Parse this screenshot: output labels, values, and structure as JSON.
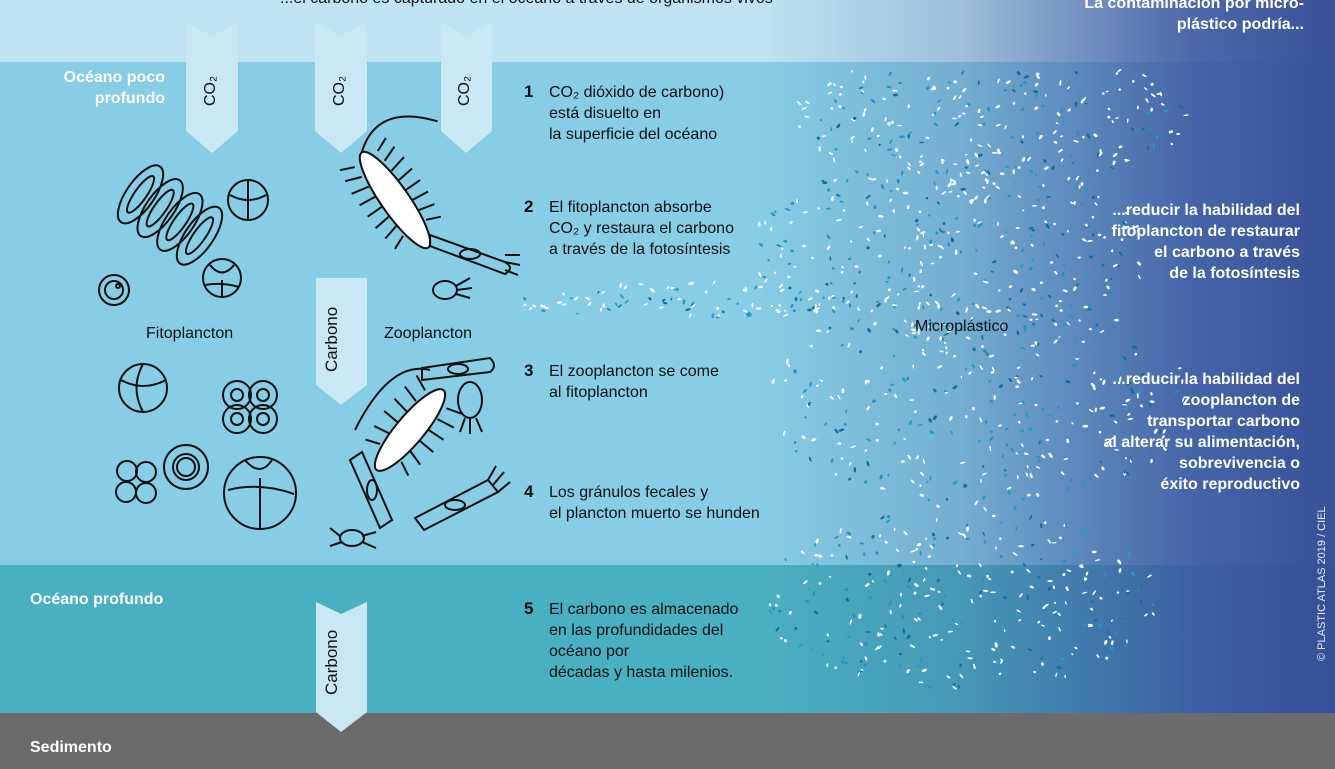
{
  "top_caption": "...el carbono es capturado en el océano a través de organismos vivos",
  "right_header": "La contaminación por micro-\nplástico podría...",
  "zones": {
    "shallow": "Océano poco\nprofundo",
    "deep": "Océano profundo",
    "sediment": "Sedimento"
  },
  "co2_label": "CO₂",
  "carbon_label": "Carbono",
  "organisms": {
    "phyto": "Fitoplancton",
    "zoo": "Zooplancton"
  },
  "microplastic_label": "Microplástico",
  "steps": [
    {
      "num": "1",
      "text": "CO₂ dióxido de carbono)\nestá disuelto en\nla superficie del océano"
    },
    {
      "num": "2",
      "text": "El fitoplancton absorbe\nCO₂ y restaura el carbono\na través de la fotosíntesis"
    },
    {
      "num": "3",
      "text": "El zooplancton se come\nal fitoplancton"
    },
    {
      "num": "4",
      "text": "Los gránulos fecales y\nel plancton muerto se hunden"
    },
    {
      "num": "5",
      "text": "El carbono es almacenado\nen las profundidades del\nocéano por\ndécadas y hasta milenios."
    }
  ],
  "effects": [
    "...reducir la habilidad del\nfitoplancton de restaurar\nel carbono a través\nde la fotosíntesis",
    "...reducir la habilidad del\nzooplancton de\ntransportar carbono\nal alterar su alimentación,\nsobrevivencia o\néxito reproductivo"
  ],
  "credit": "© PLASTIC ATLAS 2019 / CIEL",
  "colors": {
    "sky": "#bfe3f2",
    "shallow": "#86cde5",
    "deep": "#49b0c1",
    "sediment": "#6b6b6b",
    "arrow": "#c9e8f3",
    "right_panel": "#3a509b"
  }
}
